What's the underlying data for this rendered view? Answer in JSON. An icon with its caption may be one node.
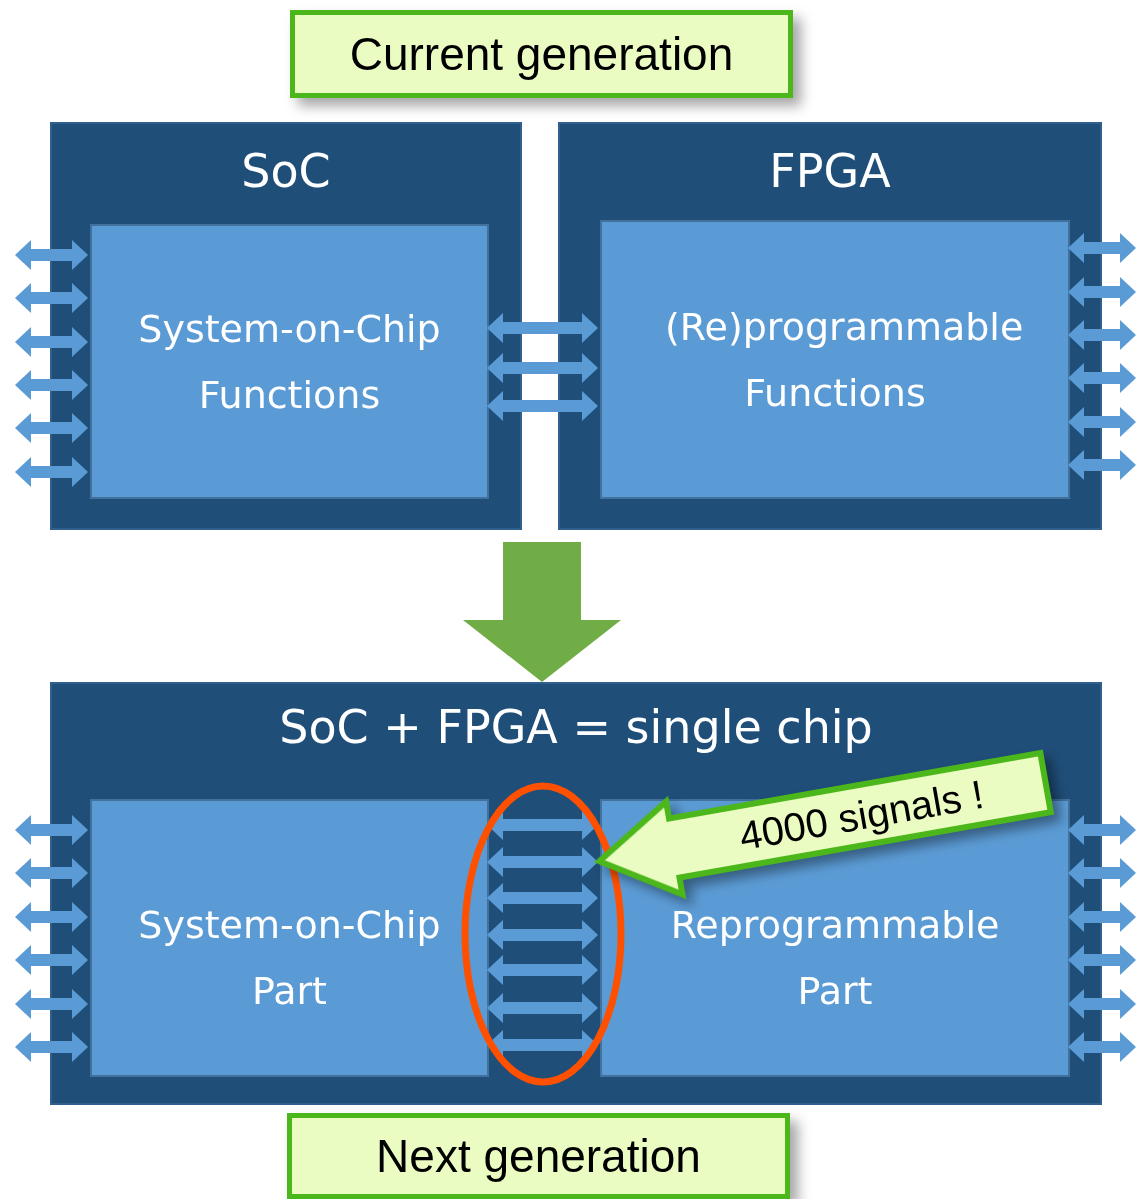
{
  "diagram": {
    "nodes": [
      {
        "text": [
          "Current generation"
        ]
      },
      {
        "text": [
          "SoC"
        ]
      },
      {
        "text": [
          "System-on-Chip Functions"
        ],
        "in": 1
      },
      {
        "text": [
          "FPGA"
        ]
      },
      {
        "text": [
          "(Re)programmable Functions"
        ],
        "in": 3
      },
      {
        "text": [
          "SoC + FPGA = single chip"
        ]
      },
      {
        "text": [
          "System-on-Chip Part"
        ],
        "in": 5
      },
      {
        "text": [
          "Reprogrammable Part"
        ],
        "in": 5
      },
      {
        "text": [
          "4000 signals !"
        ],
        "in": 5
      },
      {
        "text": [
          "Next generation"
        ]
      }
    ],
    "edges": [
      {
        "from": null,
        "to": 2,
        "arrow": "both"
      },
      {
        "from": null,
        "to": 2,
        "arrow": "both"
      },
      {
        "from": null,
        "to": 2,
        "arrow": "both"
      },
      {
        "from": null,
        "to": 2,
        "arrow": "both"
      },
      {
        "from": null,
        "to": 2,
        "arrow": "both"
      },
      {
        "from": null,
        "to": 2,
        "arrow": "both"
      },
      {
        "from": 2,
        "to": 4,
        "arrow": "both"
      },
      {
        "from": 2,
        "to": 4,
        "arrow": "both"
      },
      {
        "from": 2,
        "to": 4,
        "arrow": "both"
      },
      {
        "from": 4,
        "to": null,
        "arrow": "both"
      },
      {
        "from": 4,
        "to": null,
        "arrow": "both"
      },
      {
        "from": 4,
        "to": null,
        "arrow": "both"
      },
      {
        "from": 4,
        "to": null,
        "arrow": "both"
      },
      {
        "from": 4,
        "to": null,
        "arrow": "both"
      },
      {
        "from": 4,
        "to": null,
        "arrow": "both"
      },
      {
        "from": null,
        "to": 5,
        "arrow": "to",
        "style": "thick",
        "color": "#70ad47"
      },
      {
        "from": null,
        "to": 6,
        "arrow": "both"
      },
      {
        "from": null,
        "to": 6,
        "arrow": "both"
      },
      {
        "from": null,
        "to": 6,
        "arrow": "both"
      },
      {
        "from": null,
        "to": 6,
        "arrow": "both"
      },
      {
        "from": null,
        "to": 6,
        "arrow": "both"
      },
      {
        "from": null,
        "to": 6,
        "arrow": "both"
      },
      {
        "from": 6,
        "to": 7,
        "arrow": "both"
      },
      {
        "from": 6,
        "to": 7,
        "arrow": "both"
      },
      {
        "from": 6,
        "to": 7,
        "arrow": "both"
      },
      {
        "from": 6,
        "to": 7,
        "arrow": "both"
      },
      {
        "from": 6,
        "to": 7,
        "arrow": "both"
      },
      {
        "from": 6,
        "to": 7,
        "arrow": "both"
      },
      {
        "from": 6,
        "to": 7,
        "arrow": "both"
      },
      {
        "from": 7,
        "to": null,
        "arrow": "both"
      },
      {
        "from": 7,
        "to": null,
        "arrow": "both"
      },
      {
        "from": 7,
        "to": null,
        "arrow": "both"
      },
      {
        "from": 7,
        "to": null,
        "arrow": "both"
      },
      {
        "from": 7,
        "to": null,
        "arrow": "both"
      },
      {
        "from": 7,
        "to": null,
        "arrow": "both"
      }
    ]
  }
}
